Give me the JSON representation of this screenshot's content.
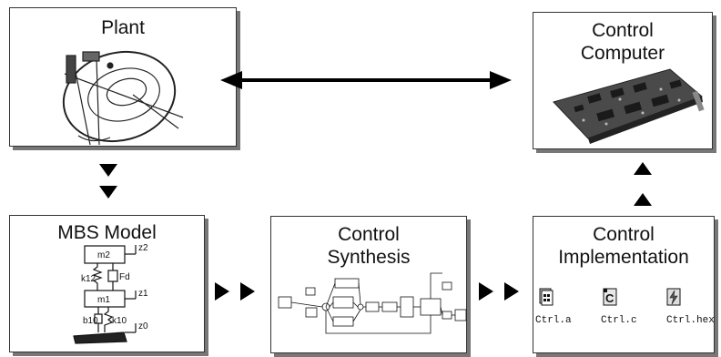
{
  "boxes": {
    "plant": {
      "title": "Plant"
    },
    "computer": {
      "title_line1": "Control",
      "title_line2": "Computer"
    },
    "mbs": {
      "title": "MBS Model"
    },
    "synthesis": {
      "title_line1": "Control",
      "title_line2": "Synthesis"
    },
    "implementation": {
      "title_line1": "Control",
      "title_line2": "Implementation"
    }
  },
  "mbs_labels": {
    "m2": "m2",
    "m1": "m1",
    "k12": "k12",
    "fd": "Fd",
    "b10": "b10",
    "k10": "k10",
    "z2": "z2",
    "z1": "z1",
    "z0": "z0"
  },
  "files": [
    {
      "name": "Ctrl.a",
      "icon": "library-file-icon"
    },
    {
      "name": "Ctrl.c",
      "icon": "c-source-file-icon"
    },
    {
      "name": "Ctrl.hex",
      "icon": "hex-file-icon"
    }
  ],
  "colors": {
    "border": "#333333",
    "shadow": "#777777",
    "ink": "#111111"
  }
}
